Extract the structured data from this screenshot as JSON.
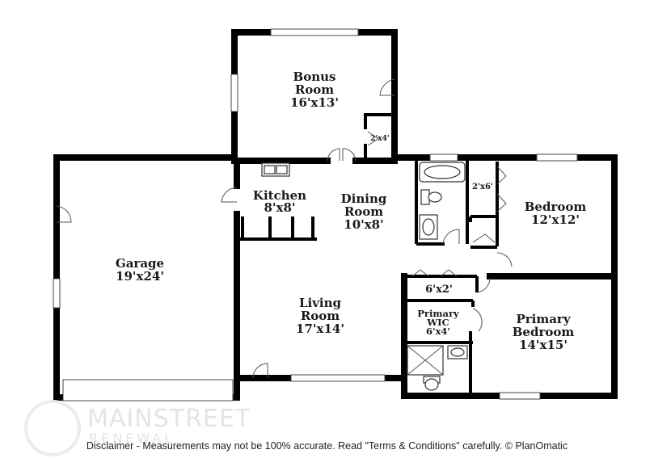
{
  "rooms": {
    "bonus_room": {
      "line1": "Bonus",
      "line2": "Room",
      "dim": "16'x13'"
    },
    "closet_bonus": {
      "dim": "2'x4'"
    },
    "kitchen": {
      "line1": "Kitchen",
      "dim": "8'x8'"
    },
    "dining_room": {
      "line1": "Dining",
      "line2": "Room",
      "dim": "10'x8'"
    },
    "garage": {
      "line1": "Garage",
      "dim": "19'x24'"
    },
    "living_room": {
      "line1": "Living",
      "line2": "Room",
      "dim": "17'x14'"
    },
    "closet_bedroom": {
      "dim": "2'x6'"
    },
    "bedroom": {
      "line1": "Bedroom",
      "dim": "12'x12'"
    },
    "closet_hall": {
      "dim": "6'x2'"
    },
    "primary_wic": {
      "line1": "Primary",
      "line2": "WIC",
      "dim": "6'x4'"
    },
    "primary_bedroom": {
      "line1": "Primary",
      "line2": "Bedroom",
      "dim": "14'x15'"
    }
  },
  "watermark": {
    "title": "MAINSTREET",
    "subtitle": "RENEWAL"
  },
  "disclaimer": "Disclaimer - Measurements may not be 100% accurate. Read \"Terms & Conditions\" carefully. © PlanOmatic"
}
